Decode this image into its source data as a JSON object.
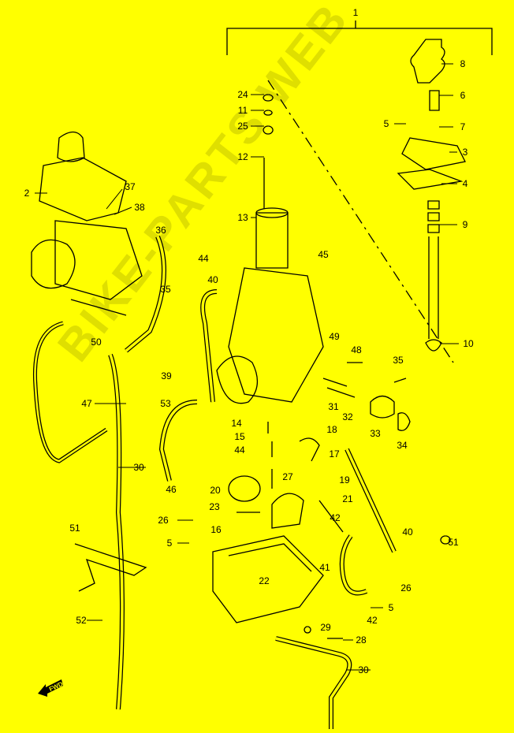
{
  "diagram": {
    "watermark": "BIKE-PARTS WEB",
    "fwd_label": "FWD",
    "colors": {
      "background": "#FFFF00",
      "ink": "#000000",
      "watermark": "#D8D800"
    },
    "labels": [
      {
        "id": "l1",
        "text": "1"
      },
      {
        "id": "l8",
        "text": "8"
      },
      {
        "id": "l24",
        "text": "24"
      },
      {
        "id": "l6",
        "text": "6"
      },
      {
        "id": "l11",
        "text": "11"
      },
      {
        "id": "l25",
        "text": "25"
      },
      {
        "id": "l5a",
        "text": "5"
      },
      {
        "id": "l7",
        "text": "7"
      },
      {
        "id": "l12",
        "text": "12"
      },
      {
        "id": "l3",
        "text": "3"
      },
      {
        "id": "l2",
        "text": "2"
      },
      {
        "id": "l37",
        "text": "37"
      },
      {
        "id": "l38",
        "text": "38"
      },
      {
        "id": "l4",
        "text": "4"
      },
      {
        "id": "l13",
        "text": "13"
      },
      {
        "id": "l9",
        "text": "9"
      },
      {
        "id": "l36",
        "text": "36"
      },
      {
        "id": "l44a",
        "text": "44"
      },
      {
        "id": "l45",
        "text": "45"
      },
      {
        "id": "l40a",
        "text": "40"
      },
      {
        "id": "l35a",
        "text": "35"
      },
      {
        "id": "l10",
        "text": "10"
      },
      {
        "id": "l50",
        "text": "50"
      },
      {
        "id": "l49",
        "text": "49"
      },
      {
        "id": "l48",
        "text": "48"
      },
      {
        "id": "l35b",
        "text": "35"
      },
      {
        "id": "l39",
        "text": "39"
      },
      {
        "id": "l53",
        "text": "53"
      },
      {
        "id": "l47",
        "text": "47"
      },
      {
        "id": "l31",
        "text": "31"
      },
      {
        "id": "l32",
        "text": "32"
      },
      {
        "id": "l14",
        "text": "14"
      },
      {
        "id": "l18",
        "text": "18"
      },
      {
        "id": "l15",
        "text": "15"
      },
      {
        "id": "l33",
        "text": "33"
      },
      {
        "id": "l34",
        "text": "34"
      },
      {
        "id": "l44b",
        "text": "44"
      },
      {
        "id": "l17",
        "text": "17"
      },
      {
        "id": "l30a",
        "text": "30"
      },
      {
        "id": "l27",
        "text": "27"
      },
      {
        "id": "l19",
        "text": "19"
      },
      {
        "id": "l46",
        "text": "46"
      },
      {
        "id": "l20",
        "text": "20"
      },
      {
        "id": "l21",
        "text": "21"
      },
      {
        "id": "l23",
        "text": "23"
      },
      {
        "id": "l42a",
        "text": "42"
      },
      {
        "id": "l26a",
        "text": "26"
      },
      {
        "id": "l51a",
        "text": "51"
      },
      {
        "id": "l16",
        "text": "16"
      },
      {
        "id": "l40b",
        "text": "40"
      },
      {
        "id": "l51b",
        "text": "51"
      },
      {
        "id": "l5b",
        "text": "5"
      },
      {
        "id": "l41",
        "text": "41"
      },
      {
        "id": "l22",
        "text": "22"
      },
      {
        "id": "l26b",
        "text": "26"
      },
      {
        "id": "l52",
        "text": "52"
      },
      {
        "id": "l5c",
        "text": "5"
      },
      {
        "id": "l42b",
        "text": "42"
      },
      {
        "id": "l29",
        "text": "29"
      },
      {
        "id": "l28",
        "text": "28"
      },
      {
        "id": "l30b",
        "text": "30"
      }
    ]
  }
}
